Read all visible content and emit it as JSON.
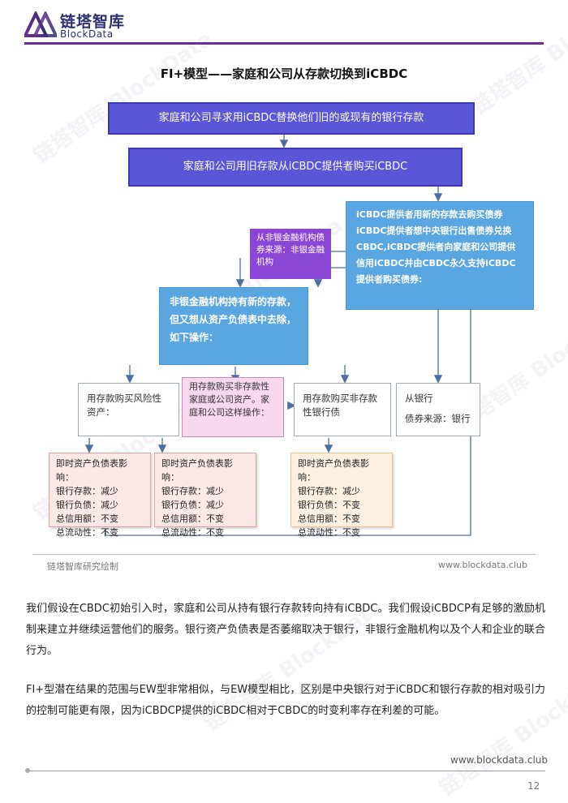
{
  "header": {
    "brand_cn": "链塔智库",
    "brand_en": "BlockData",
    "accent_color": "#6a2f92",
    "logo_icon": "triangle-logo-icon"
  },
  "diagram": {
    "title": "FI+模型——家庭和公司从存款切换到iCBDC",
    "step1": "家庭和公司寻求用iCBDC替换他们旧的或现有的银行存款",
    "step2": "家庭和公司用旧存款从iCBDC提供者购买iCBDC",
    "provider_action": "iCBDC提供者用新的存款去购买债券iCBDC提供者想中央银行出售债券兑换CBDC,iCBDC提供者向家庭和公司提供信用iCBDC并由CBDC永久支持iCBDC提供者购买债券:",
    "nonbank_source": "从非银金融机构债券来源：非银金融机构",
    "nonbank_box": "非银金融机构持有新的存款，但又想从资产负债表中去除，如下操作：",
    "option1": "用存款购买风险性资产：",
    "option2": "用存款购买非存款性家庭或公司资产。家庭和公司这样操作：",
    "option3": "用存款购买非存款性银行债",
    "option4_line1": "从银行",
    "option4_line2": "债券来源：银行",
    "impact1": {
      "title": "即时资产负债表影响：",
      "l1": "银行存款：减少",
      "l2": "银行负债：减少",
      "l3": "总信用额：不变",
      "l4": "总流动性：不变"
    },
    "impact2": {
      "title": "即时资产负债表影响：",
      "l1": "银行存款：减少",
      "l2": "银行负债：减少",
      "l3": "总信用额：不变",
      "l4": "总流动性：不变"
    },
    "impact3": {
      "title": "即时资产负债表影响：",
      "l1": "银行存款：减少",
      "l2": "银行负债：不变",
      "l3": "总信用额：不变",
      "l4": "总流动性：不变"
    },
    "credit": "链塔智库研究绘制",
    "site": "www.blockdata.club"
  },
  "body": {
    "para1": "我们假设在CBDC初始引入时，家庭和公司从持有银行存款转向持有iCBDC。我们假设iCBDCP有足够的激励机制来建立并继续运营他们的服务。银行资产负债表是否萎缩取决于银行，非银行金融机构以及个人和企业的联合行为。",
    "para2": "FI+型潜在结果的范围与EW型非常相似，与EW模型相比，区别是中央银行对于iCBDC和银行存款的相对吸引力的控制可能更有限，因为iCBDCP提供的iCBDC相对于CBDC的时变利率存在利差的可能。"
  },
  "footer": {
    "site": "www.blockdata.club",
    "page_number": "12"
  },
  "watermark": "链塔智库 BlockData"
}
